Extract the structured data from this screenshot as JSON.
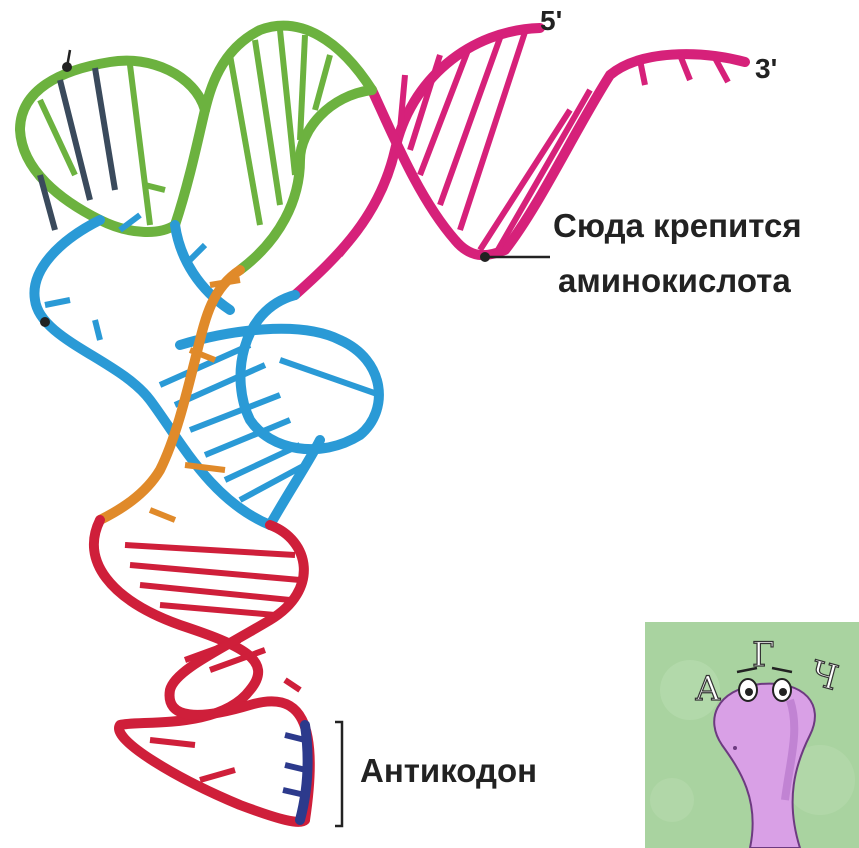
{
  "labels": {
    "five_prime": "5'",
    "three_prime": "3'",
    "attachment_line1": "Сюда крепится",
    "attachment_line2": "аминокислота",
    "anticodon": "Антикодон"
  },
  "cartoon": {
    "letters": [
      "А",
      "Г",
      "Ч"
    ]
  },
  "colors": {
    "acceptor_stem": "#d6217a",
    "d_arm": "#6cb23f",
    "d_arm_dark": "#3a4a5c",
    "t_arm": "#2a9ad6",
    "variable_loop": "#e08a2a",
    "anticodon_arm": "#cf1f3a",
    "anticodon": "#2c3a8c",
    "cartoon_bg": "#a9d3a0",
    "cartoon_body": "#d9a0e6"
  }
}
